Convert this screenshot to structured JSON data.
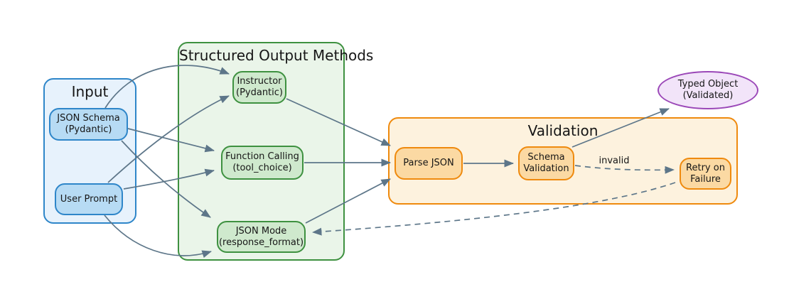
{
  "containers": {
    "input": {
      "title": "Input"
    },
    "methods": {
      "title": "Structured Output Methods"
    },
    "validation": {
      "title": "Validation"
    }
  },
  "nodes": {
    "json_schema": {
      "line1": "JSON Schema",
      "line2": "(Pydantic)"
    },
    "user_prompt": {
      "line1": "User Prompt"
    },
    "instructor": {
      "line1": "Instructor",
      "line2": "(Pydantic)"
    },
    "function_calling": {
      "line1": "Function Calling",
      "line2": "(tool_choice)"
    },
    "json_mode": {
      "line1": "JSON Mode",
      "line2": "(response_format)"
    },
    "parse_json": {
      "line1": "Parse JSON"
    },
    "schema_validation": {
      "line1": "Schema",
      "line2": "Validation"
    },
    "retry_on_failure": {
      "line1": "Retry on",
      "line2": "Failure"
    },
    "typed_object": {
      "line1": "Typed Object",
      "line2": "(Validated)"
    }
  },
  "edge_labels": {
    "invalid": "invalid"
  },
  "colors": {
    "input_container_fill": "#e7f2fc",
    "input_node_fill": "#b7dbf4",
    "input_border": "#2e86c9",
    "methods_container_fill": "#eaf5e9",
    "methods_node_fill": "#cfe9cd",
    "methods_border": "#3e9140",
    "validation_container_fill": "#fdf2de",
    "validation_node_fill": "#fbd9a3",
    "validation_border": "#ef8a0e",
    "result_fill": "#f2e4f9",
    "result_border": "#9b48b8",
    "edge": "#5d7689",
    "text": "#161616"
  }
}
